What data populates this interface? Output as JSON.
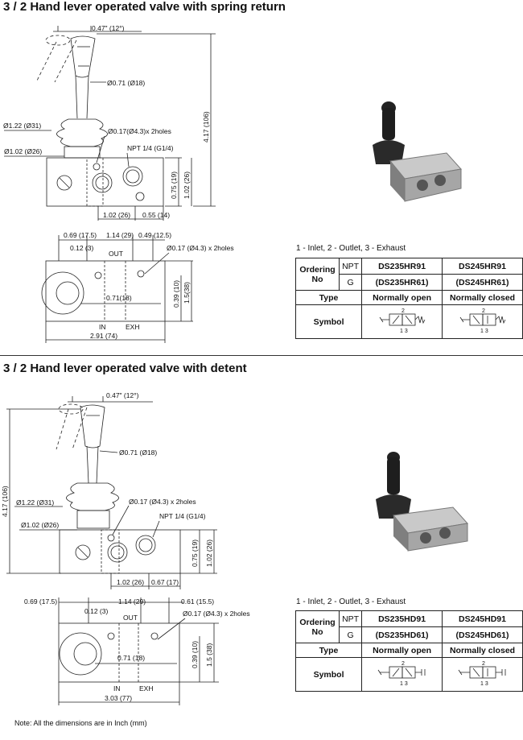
{
  "sections": [
    {
      "title": "3 / 2 Hand lever operated valve with spring return",
      "top_dims": {
        "angle": "0.47\" (12°)",
        "knob": "Ø0.71 (Ø18)",
        "height": "4.17 (106)",
        "boot": "Ø1.22 (Ø31)",
        "holes": "Ø0.17(Ø4.3)x 2holes",
        "thread": "NPT 1/4 (G1/4)",
        "base": "Ø1.02 (Ø26)",
        "h1": "0.75 (19)",
        "h2": "1.02 (26)",
        "w1": "1.02 (26)",
        "w2": "0.55 (14)"
      },
      "bottom_dims": {
        "a": "0.69 (17.5)",
        "b": "1.14 (29)",
        "c": "0.49 (12.5)",
        "d": "0.12 (3)",
        "out": "OUT",
        "holes": "Ø0.17 (Ø4.3) x 2holes",
        "e": "0.71(18)",
        "f": "0.39 (10)",
        "g": "1.5(38)",
        "in": "IN",
        "exh": "EXH",
        "width": "2.91 (74)"
      },
      "ports": "1 - Inlet,     2 - Outlet,     3 - Exhaust",
      "table": {
        "ordering1": "Ordering",
        "ordering2": "No",
        "npt": "NPT",
        "g": "G",
        "npt_a": "DS235HR91",
        "npt_b": "DS245HR91",
        "g_a": "(DS235HR61)",
        "g_b": "(DS245HR61)",
        "type": "Type",
        "type_a": "Normally open",
        "type_b": "Normally closed",
        "symbol": "Symbol",
        "sym_top": "2",
        "sym_bottom": "1 3"
      }
    },
    {
      "title": "3 / 2 Hand lever operated valve with detent",
      "top_dims": {
        "angle": "0.47\" (12°)",
        "knob": "Ø0.71 (Ø18)",
        "height": "4.17 (106)",
        "boot": "Ø1.22 (Ø31)",
        "holes": "Ø0.17 (Ø4.3) x 2holes",
        "thread": "NPT 1/4 (G1/4)",
        "base": "Ø1.02 (Ø26)",
        "h1": "0.75 (19)",
        "h2": "1.02 (26)",
        "w1": "1.02 (26)",
        "w2": "0.67 (17)"
      },
      "bottom_dims": {
        "a": "0.69 (17.5)",
        "b": "1.14 (29)",
        "c": "0.61 (15.5)",
        "d": "0.12 (3)",
        "out": "OUT",
        "holes": "Ø0.17 (Ø4.3) x 2holes",
        "e": "0.71 (18)",
        "f": "0.39 (10)",
        "g": "1.5 (38)",
        "in": "IN",
        "exh": "EXH",
        "width": "3.03 (77)"
      },
      "ports": "1 - Inlet,     2 - Outlet,     3 - Exhaust",
      "table": {
        "ordering1": "Ordering",
        "ordering2": "No",
        "npt": "NPT",
        "g": "G",
        "npt_a": "DS235HD91",
        "npt_b": "DS245HD91",
        "g_a": "(DS235HD61)",
        "g_b": "(DS245HD61)",
        "type": "Type",
        "type_a": "Normally open",
        "type_b": "Normally closed",
        "symbol": "Symbol",
        "sym_top": "2",
        "sym_bottom": "1 3"
      }
    }
  ],
  "note": "Note: All the dimensions are in Inch (mm)",
  "colors": {
    "line": "#222222",
    "photo_body": "#9a9a9a",
    "photo_dark": "#1e1e1e"
  },
  "icons": [
    "valve-photo",
    "valve-symbol"
  ]
}
